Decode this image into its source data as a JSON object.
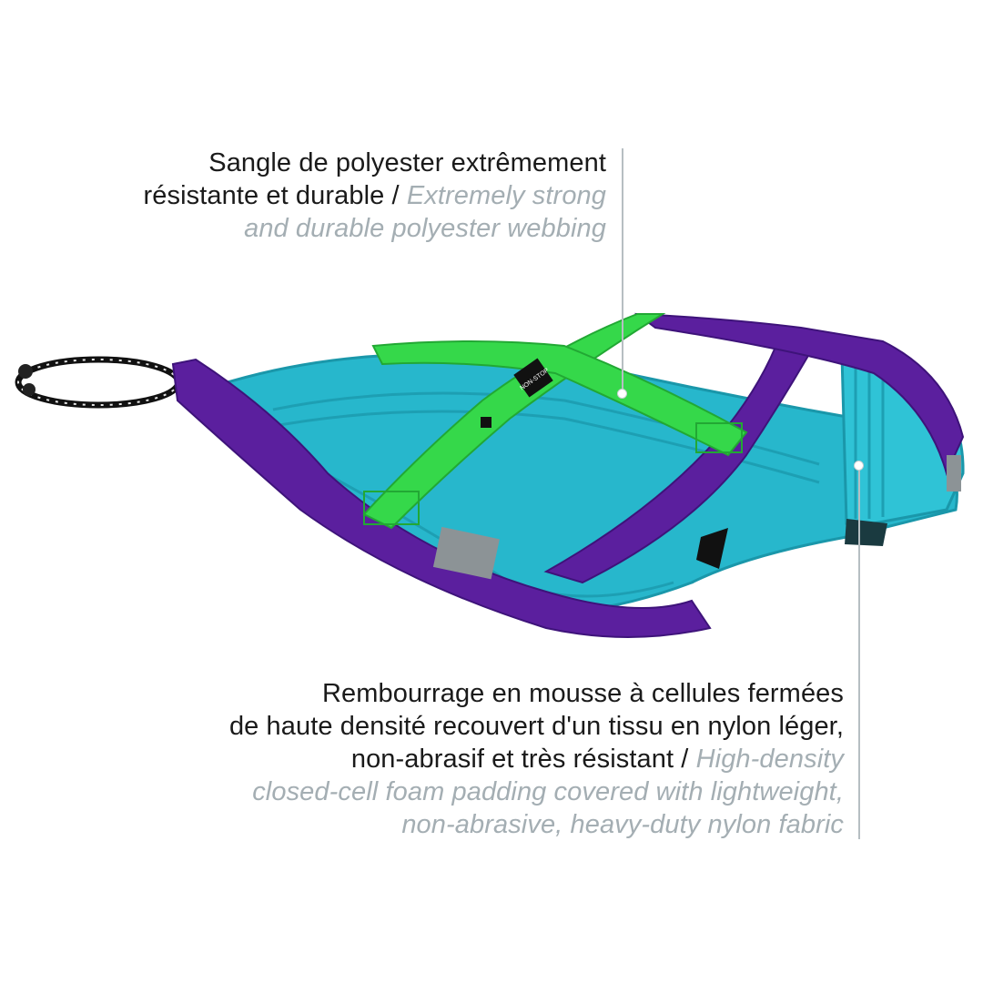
{
  "captions": {
    "webbing": {
      "fr_line1": "Sangle de polyester extrêmement",
      "fr_line2": "résistante et durable / ",
      "en_line2": "Extremely strong",
      "en_line3": "and durable polyester webbing"
    },
    "padding": {
      "fr_line1": "Rembourrage en mousse à cellules fermées",
      "fr_line2": "de haute densité recouvert d'un tissu en nylon léger,",
      "fr_line3": "non-abrasif et très résistant / ",
      "en_line3": "High-density",
      "en_line4": "closed-cell foam padding covered with lightweight,",
      "en_line5": "non-abrasive, heavy-duty nylon fabric"
    }
  },
  "colors": {
    "purple": "#5b1f9e",
    "teal": "#27b7cc",
    "green": "#35d84a",
    "reflective": "#8c9396",
    "caption_english": "#a4aeb3"
  },
  "harness_label": "NON-STOP"
}
